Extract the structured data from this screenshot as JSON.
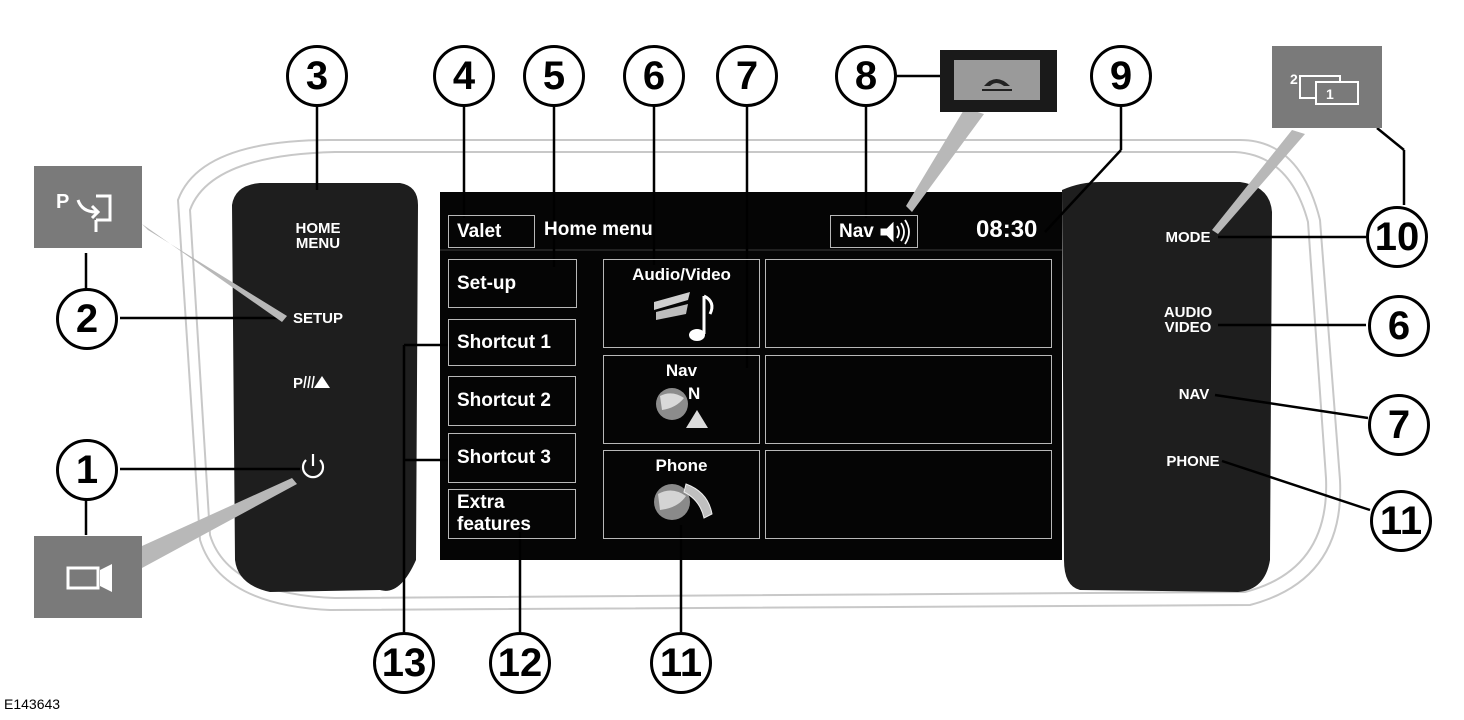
{
  "figure_id": "E143643",
  "hard_keys": {
    "home_menu": "HOME\nMENU",
    "setup": "SETUP",
    "parking": "P",
    "mode": "MODE",
    "audio_video": "AUDIO\nVIDEO",
    "nav": "NAV",
    "phone": "PHONE"
  },
  "screen": {
    "valet": "Valet",
    "title": "Home menu",
    "nav_audio": "Nav",
    "time": "08:30",
    "setup_btn": "Set-up",
    "shortcut1": "Shortcut 1",
    "shortcut2": "Shortcut 2",
    "shortcut3": "Shortcut 3",
    "extra": "Extra\nfeatures",
    "tile_audio": "Audio/Video",
    "tile_nav": "Nav",
    "tile_phone": "Phone",
    "nav_compass_letter": "N"
  },
  "callouts": {
    "c1": "1",
    "c2": "2",
    "c3": "3",
    "c4": "4",
    "c5": "5",
    "c6a": "6",
    "c7a": "7",
    "c8": "8",
    "c9": "9",
    "c10": "10",
    "c6b": "6",
    "c7b": "7",
    "c11a": "11",
    "c11b": "11",
    "c12": "12",
    "c13": "13"
  },
  "icons": {
    "inset_park_setup": "parking-setup-icon",
    "inset_camera": "camera-icon",
    "inset_phone_hangup": "phone-hangup-icon",
    "inset_dual_view": "dual-view-icon",
    "power": "power-icon",
    "park_assist": "park-assist-icon",
    "speaker": "speaker-icon",
    "audio": "music-note-icon",
    "nav": "globe-compass-icon",
    "phone": "globe-handset-icon"
  }
}
